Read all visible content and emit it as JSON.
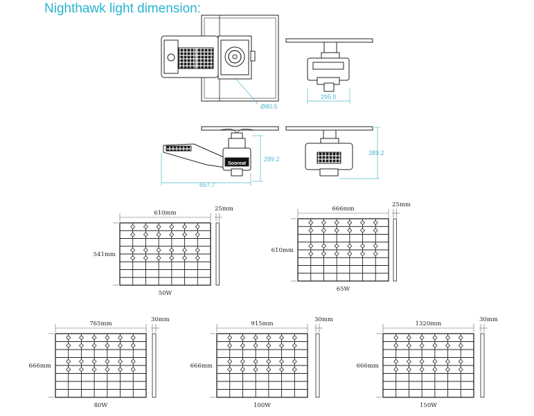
{
  "title": "Nighthawk light dimension:",
  "top_views": {
    "diameter_label": "Ø80.5",
    "width_label": "295.0",
    "height_label": "299.2",
    "length_label": "657.7",
    "total_height_label": "389.2",
    "brand": "Sooreat"
  },
  "panels": [
    {
      "id": "50w",
      "width_label": "610mm",
      "height_label": "541mm",
      "thickness_label": "25mm",
      "power_label": "50W"
    },
    {
      "id": "65w",
      "width_label": "666mm",
      "height_label": "610mm",
      "thickness_label": "25mm",
      "power_label": "65W"
    },
    {
      "id": "80w",
      "width_label": "765mm",
      "height_label": "666mm",
      "thickness_label": "30mm",
      "power_label": "80W"
    },
    {
      "id": "100w",
      "width_label": "915mm",
      "height_label": "666mm",
      "thickness_label": "30mm",
      "power_label": "100W"
    },
    {
      "id": "150w",
      "width_label": "1320mm",
      "height_label": "666mm",
      "thickness_label": "30mm",
      "power_label": "150W"
    }
  ]
}
